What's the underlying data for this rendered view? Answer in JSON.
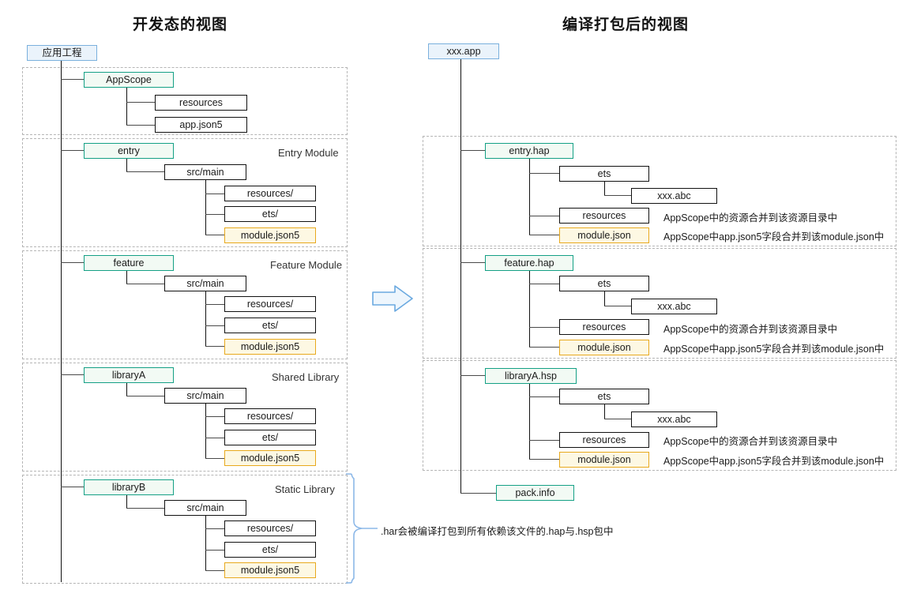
{
  "titles": {
    "left": "开发态的视图",
    "right": "编译打包后的视图"
  },
  "left_panel": {
    "root": "应用工程",
    "groups": [
      {
        "label": "",
        "module": "AppScope",
        "children": [
          "resources",
          "app.json5"
        ]
      },
      {
        "label": "Entry Module",
        "module": "entry",
        "src": "src/main",
        "children": [
          "resources/",
          "ets/",
          "module.json5"
        ]
      },
      {
        "label": "Feature Module",
        "module": "feature",
        "src": "src/main",
        "children": [
          "resources/",
          "ets/",
          "module.json5"
        ]
      },
      {
        "label": "Shared Library",
        "module": "libraryA",
        "src": "src/main",
        "children": [
          "resources/",
          "ets/",
          "module.json5"
        ]
      },
      {
        "label": "Static Library",
        "module": "libraryB",
        "src": "src/main",
        "children": [
          "resources/",
          "ets/",
          "module.json5"
        ]
      }
    ],
    "har_note": ".har会被编译打包到所有依赖该文件的.hap与.hsp包中"
  },
  "right_panel": {
    "root": "xxx.app",
    "groups": [
      {
        "package": "entry.hap",
        "ets": "ets",
        "abc": "xxx.abc",
        "resources": "resources",
        "module_json": "module.json",
        "note_resources": "AppScope中的资源合并到该资源目录中",
        "note_module": "AppScope中app.json5字段合并到该module.json中"
      },
      {
        "package": "feature.hap",
        "ets": "ets",
        "abc": "xxx.abc",
        "resources": "resources",
        "module_json": "module.json",
        "note_resources": "AppScope中的资源合并到该资源目录中",
        "note_module": "AppScope中app.json5字段合并到该module.json中"
      },
      {
        "package": "libraryA.hsp",
        "ets": "ets",
        "abc": "xxx.abc",
        "resources": "resources",
        "module_json": "module.json",
        "note_resources": "AppScope中的资源合并到该资源目录中",
        "note_module": "AppScope中app.json5字段合并到该module.json中"
      }
    ],
    "pack_info": "pack.info"
  },
  "transform_arrow": "right-arrow",
  "colors": {
    "root_fill": "#eaf3fb",
    "root_stroke": "#7ab0dd",
    "module_fill": "#f2faf4",
    "module_stroke": "#14a085",
    "config_fill": "#fdf8e3",
    "config_stroke": "#e8a91d",
    "group_stroke": "#b5b5b5",
    "line": "#4a4a4a",
    "arrow_fill": "#eef6fd",
    "arrow_stroke": "#6aa9e0",
    "brace": "#8cb8e8"
  }
}
